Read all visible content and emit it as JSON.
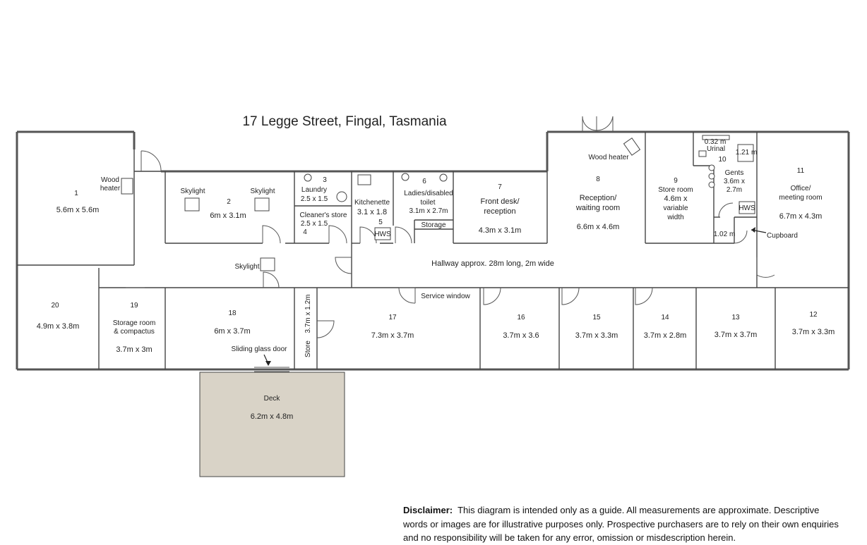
{
  "title": "17 Legge Street, Fingal, Tasmania",
  "rooms": {
    "r1": {
      "num": "1",
      "dim": "5.6m x 5.6m"
    },
    "r2": {
      "num": "2",
      "dim": "6m x 3.1m"
    },
    "r3": {
      "num": "3",
      "name": "Laundry",
      "dim": "2.5 x 1.5"
    },
    "r4": {
      "num": "4",
      "name": "Cleaner's store",
      "dim": "2.5 x 1.5"
    },
    "r5": {
      "num": "5",
      "name": "Kitchenette",
      "dim": "3.1 x 1.8"
    },
    "r6": {
      "num": "6",
      "name1": "Ladies/disabled",
      "name2": "toilet",
      "dim": "3.1m x 2.7m"
    },
    "r7": {
      "num": "7",
      "name1": "Front desk/",
      "name2": "reception",
      "dim": "4.3m x 3.1m"
    },
    "r8": {
      "num": "8",
      "name1": "Reception/",
      "name2": "waiting room",
      "dim": "6.6m x 4.6m"
    },
    "r9": {
      "num": "9",
      "name": "Store room",
      "dim1": "4.6m x",
      "dim2": "variable",
      "dim3": "width"
    },
    "r10": {
      "num": "10",
      "name": "Gents",
      "dim1": "3.6m x",
      "dim2": "2.7m"
    },
    "r11": {
      "num": "11",
      "name1": "Office/",
      "name2": "meeting room",
      "dim": "6.7m x 4.3m"
    },
    "r12": {
      "num": "12",
      "dim": "3.7m x 3.3m"
    },
    "r13": {
      "num": "13",
      "dim": "3.7m x 3.7m"
    },
    "r14": {
      "num": "14",
      "dim": "3.7m x 2.8m"
    },
    "r15": {
      "num": "15",
      "dim": "3.7m x 3.3m"
    },
    "r16": {
      "num": "16",
      "dim": "3.7m x 3.6"
    },
    "r17": {
      "num": "17",
      "dim": "7.3m x 3.7m"
    },
    "r18": {
      "num": "18",
      "dim": "6m x 3.7m"
    },
    "r19": {
      "num": "19",
      "name1": "Storage room",
      "name2": "& compactus",
      "dim": "3.7m x 3m"
    },
    "r20": {
      "num": "20",
      "dim": "4.9m x 3.8m"
    }
  },
  "labels": {
    "wood_heater": "Wood heater",
    "wood_heater_1a": "Wood",
    "wood_heater_1b": "heater",
    "skylight": "Skylight",
    "storage": "Storage",
    "hws": "HWS",
    "urinal": "Urinal",
    "cupboard": "Cupboard",
    "hallway": "Hallway approx. 28m long, 2m wide",
    "service_window": "Service window",
    "sliding_glass_door": "Sliding glass door",
    "store": "Store",
    "store_dim": "3.7m x 1.2m",
    "deck": "Deck",
    "deck_dim": "6.2m x 4.8m",
    "urinal_dim": "0.32 m",
    "gents_small_dim": "1.21 m",
    "cupboard_dim": "1.02 m"
  },
  "disclaimer": {
    "heading": "Disclaimer:",
    "text": "This diagram is intended only as a guide. All measurements are approximate. Descriptive words or images are for illustrative purposes only. Prospective purchasers are to rely on their own enquiries and no responsibility will be taken for any error, omission or misdescription herein."
  },
  "colors": {
    "wall": "#555555",
    "deck_fill": "#d9d3c7",
    "background": "#ffffff"
  }
}
